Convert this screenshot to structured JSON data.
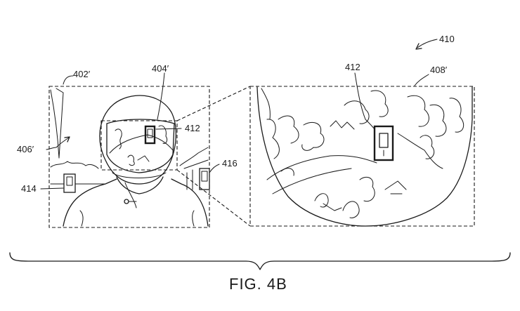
{
  "figure": {
    "caption": "FIG. 4B",
    "labels": {
      "ref_410": "410",
      "ref_402": "402′",
      "ref_404": "404′",
      "ref_406": "406′",
      "ref_412_left": "412",
      "ref_414": "414",
      "ref_416": "416",
      "ref_412_right": "412",
      "ref_408": "408′"
    }
  }
}
